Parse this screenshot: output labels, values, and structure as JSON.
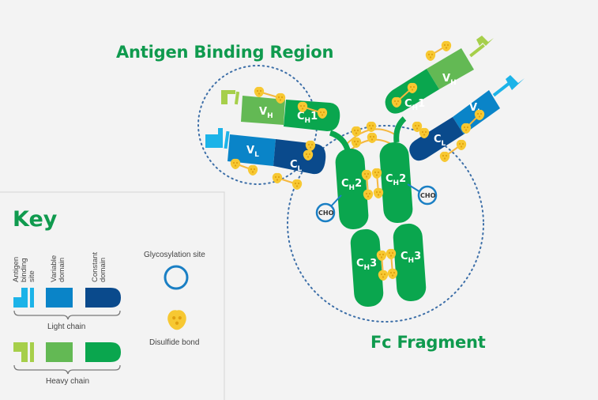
{
  "titles": {
    "antigen_binding_region": "Antigen Binding Region",
    "fc_fragment": "Fc Fragment"
  },
  "domains": {
    "vh": {
      "main": "V",
      "sub": "H",
      "suffix": ""
    },
    "ch1": {
      "main": "C",
      "sub": "H",
      "suffix": "1"
    },
    "vl": {
      "main": "V",
      "sub": "L",
      "suffix": ""
    },
    "cl": {
      "main": "C",
      "sub": "L",
      "suffix": ""
    },
    "ch2": {
      "main": "C",
      "sub": "H",
      "suffix": "2"
    },
    "ch3": {
      "main": "C",
      "sub": "H",
      "suffix": "3"
    }
  },
  "glycosylation_label": "CHO",
  "key": {
    "title": "Key",
    "column_labels": {
      "antigen_binding_site": [
        "Antigen",
        "binding",
        "site"
      ],
      "variable_domain": [
        "Variable",
        "domain"
      ],
      "constant_domain": [
        "Constant",
        "domain"
      ]
    },
    "light_chain_label": "Light chain",
    "heavy_chain_label": "Heavy chain",
    "glycosylation_site_label": "Glycosylation site",
    "disulfide_bond_label": "Disulfide bond"
  },
  "colors": {
    "title_green": "#0f9a4e",
    "light_binding": "#1cb3e8",
    "light_variable": "#0a84c8",
    "light_constant": "#0a4a8c",
    "heavy_binding": "#a6cf4a",
    "heavy_variable": "#63b954",
    "heavy_constant": "#0aa64e",
    "glycosylation": "#1a7fc4",
    "disulfide": "#f7c832",
    "dotted": "#3d6fa8"
  }
}
